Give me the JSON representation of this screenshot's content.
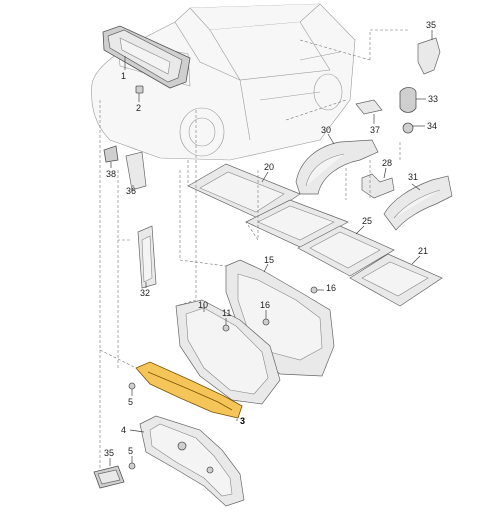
{
  "callouts": {
    "c1": "1",
    "c2": "2",
    "c3": "3",
    "c4": "4",
    "c5a": "5",
    "c5b": "5",
    "c10": "10",
    "c11": "11",
    "c15": "15",
    "c16a": "16",
    "c16b": "16",
    "c20": "20",
    "c21": "21",
    "c25": "25",
    "c28": "28",
    "c30": "30",
    "c31": "31",
    "c32": "32",
    "c33": "33",
    "c34": "34",
    "c35a": "35",
    "c35b": "35",
    "c36": "36",
    "c37": "37",
    "c38": "38"
  },
  "highlight_color": "#f5c55a"
}
